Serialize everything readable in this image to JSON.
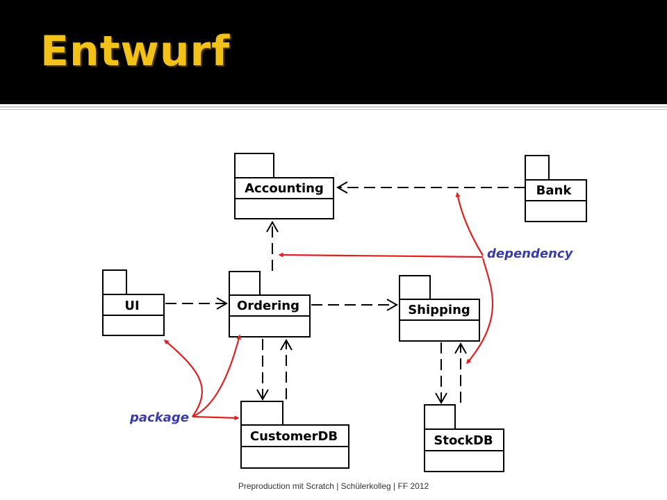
{
  "slide": {
    "title": "Entwurf",
    "footer": "Preproduction mit Scratch | Schülerkolleg | FF 2012"
  },
  "diagram": {
    "packages": {
      "accounting": "Accounting",
      "bank": "Bank",
      "ui": "UI",
      "ordering": "Ordering",
      "shipping": "Shipping",
      "customerdb": "CustomerDB",
      "stockdb": "StockDB"
    },
    "annotations": {
      "dependency": "dependency",
      "package": "package"
    }
  },
  "colors": {
    "title": "#f2c21b",
    "annotation_text": "#3a3aaa",
    "annotation_arrow": "#e02020"
  }
}
